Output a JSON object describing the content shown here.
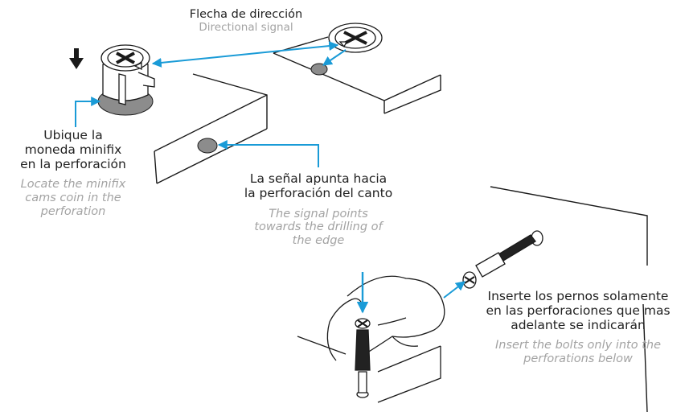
{
  "colors": {
    "arrow": "#1a9bd7",
    "line": "#1a1a1a",
    "hole": "#8c8c8c",
    "muted": "#a3a3a3"
  },
  "labels": {
    "directional_es": "Flecha de dirección",
    "directional_en": "Directional signal",
    "locate_es": [
      "Ubique la",
      "moneda minifix",
      "en la perforación"
    ],
    "locate_en": [
      "Locate the minifix",
      "cams coin in the",
      "perforation"
    ],
    "signal_es": [
      "La señal apunta hacia",
      "la perforación del canto"
    ],
    "signal_en": [
      "The signal points",
      "towards the drilling of",
      "the edge"
    ],
    "insert_es": [
      "Inserte los pernos solamente",
      "en las perforaciones que mas",
      "adelante se indicarán"
    ],
    "insert_en": [
      "Insert the bolts only into the",
      "perforations below"
    ]
  },
  "icons": [
    "down-arrow-icon",
    "minifix-cam-icon",
    "bolt-icon",
    "hand-icon"
  ]
}
